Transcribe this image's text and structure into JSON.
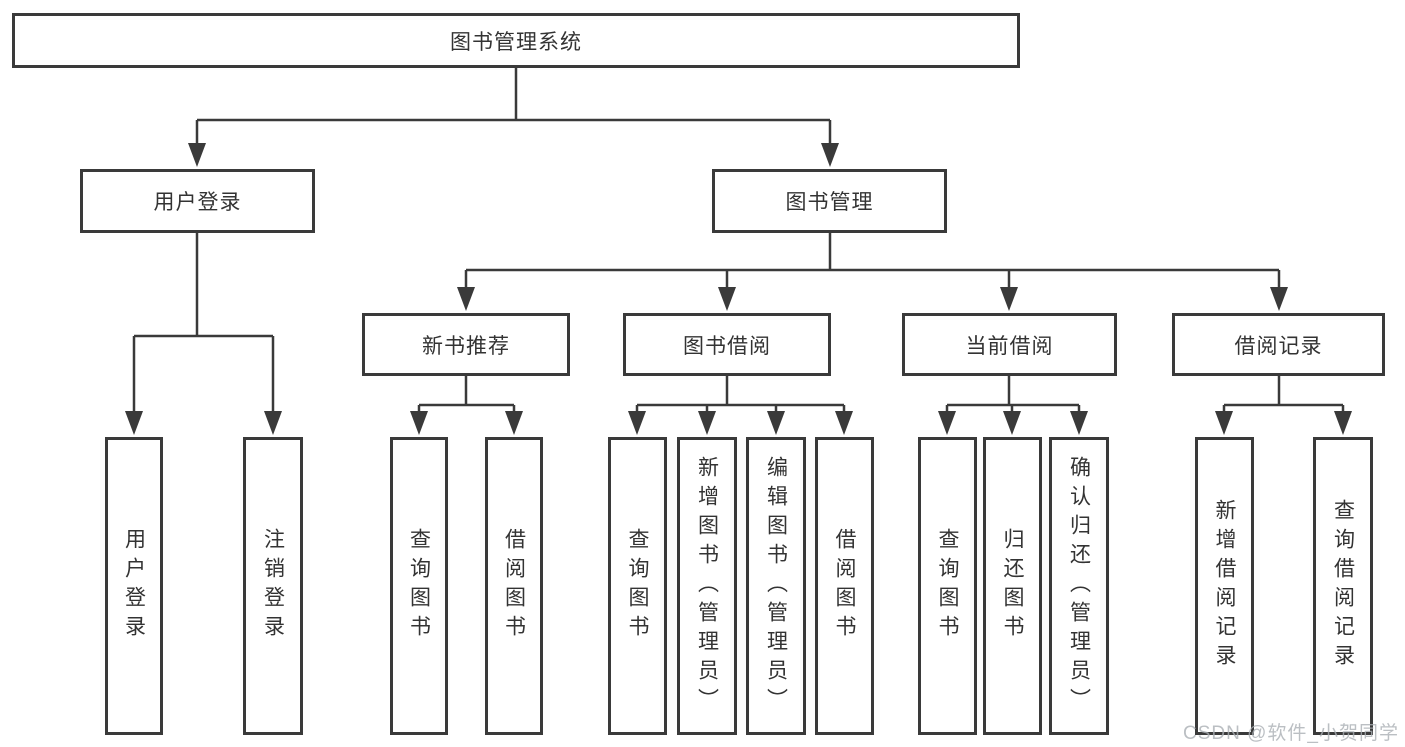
{
  "diagram": {
    "root": {
      "label": "图书管理系统"
    },
    "level2": [
      {
        "label": "用户登录",
        "children": [
          {
            "label": "用户登录"
          },
          {
            "label": "注销登录"
          }
        ]
      },
      {
        "label": "图书管理",
        "groups": [
          {
            "label": "新书推荐",
            "children": [
              {
                "label": "查询图书"
              },
              {
                "label": "借阅图书"
              }
            ]
          },
          {
            "label": "图书借阅",
            "children": [
              {
                "label": "查询图书"
              },
              {
                "label": "新增图书（管理员）"
              },
              {
                "label": "编辑图书（管理员）"
              },
              {
                "label": "借阅图书"
              }
            ]
          },
          {
            "label": "当前借阅",
            "children": [
              {
                "label": "查询图书"
              },
              {
                "label": "归还图书"
              },
              {
                "label": "确认归还（管理员）"
              }
            ]
          },
          {
            "label": "借阅记录",
            "children": [
              {
                "label": "新增借阅记录"
              },
              {
                "label": "查询借阅记录"
              }
            ]
          }
        ]
      }
    ]
  },
  "watermark": {
    "text": "CSDN @软件_小贺同学"
  },
  "colors": {
    "line": "#3a3a3a",
    "text": "#333333",
    "background": "#ffffff",
    "watermark": "#aab0b4"
  }
}
